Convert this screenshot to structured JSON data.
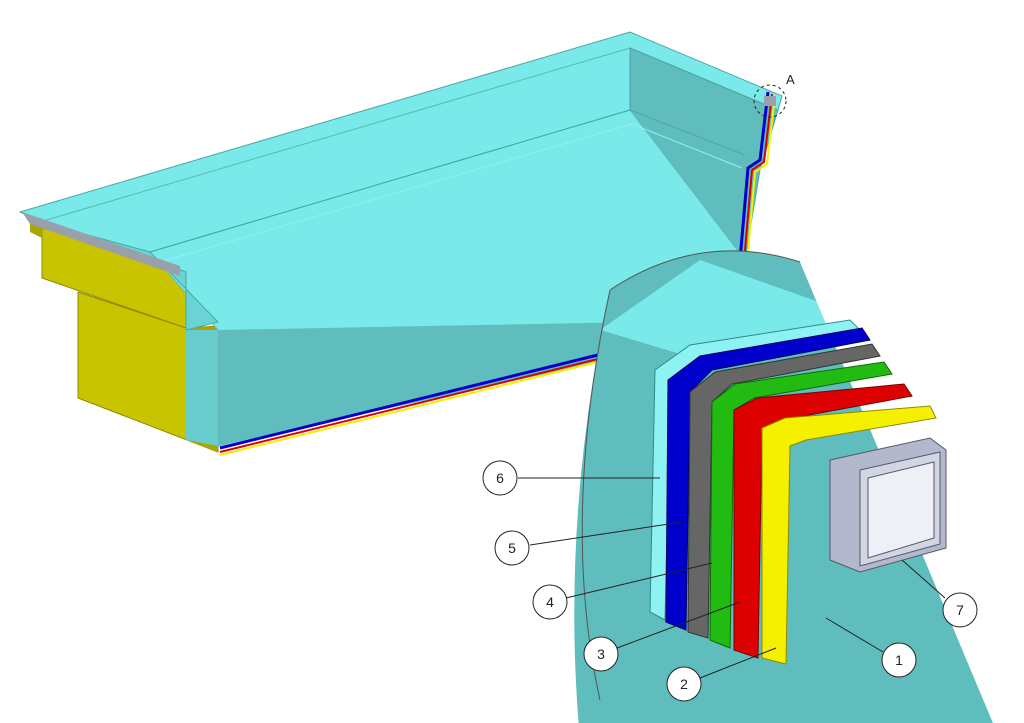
{
  "detail": {
    "label": "A"
  },
  "callouts": {
    "c1": "1",
    "c2": "2",
    "c3": "3",
    "c4": "4",
    "c5": "5",
    "c6": "6",
    "c7": "7"
  },
  "colors": {
    "pool_shell": "#79e9e9",
    "pool_shell_shadow": "#5fbdbd",
    "support_structure": "#c8c400",
    "layer_1": "#f4f000",
    "layer_2": "#dd0000",
    "layer_3": "#22bb11",
    "layer_4": "#666666",
    "layer_5": "#0000cc",
    "layer_6": "#79e9e9",
    "frame_7": "#b4b8cc"
  }
}
